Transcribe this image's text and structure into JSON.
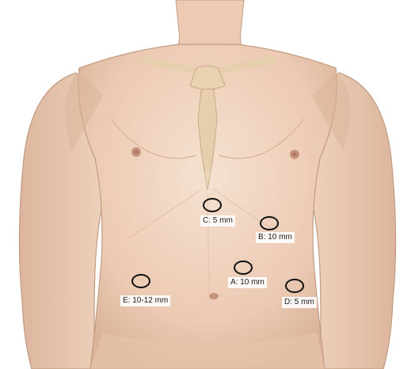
{
  "colors": {
    "skin": "#f0d6c2",
    "skin_shadow": "#d9b39a",
    "outline": "#b98f77",
    "bone": "#e6cfac",
    "port_ring": "#111111"
  },
  "ports": [
    {
      "id": "C",
      "label": "C: 5 mm"
    },
    {
      "id": "B",
      "label": "B: 10 mm"
    },
    {
      "id": "A",
      "label": "A: 10 mm"
    },
    {
      "id": "E",
      "label": "E: 10-12 mm"
    },
    {
      "id": "D",
      "label": "D: 5 mm"
    }
  ]
}
